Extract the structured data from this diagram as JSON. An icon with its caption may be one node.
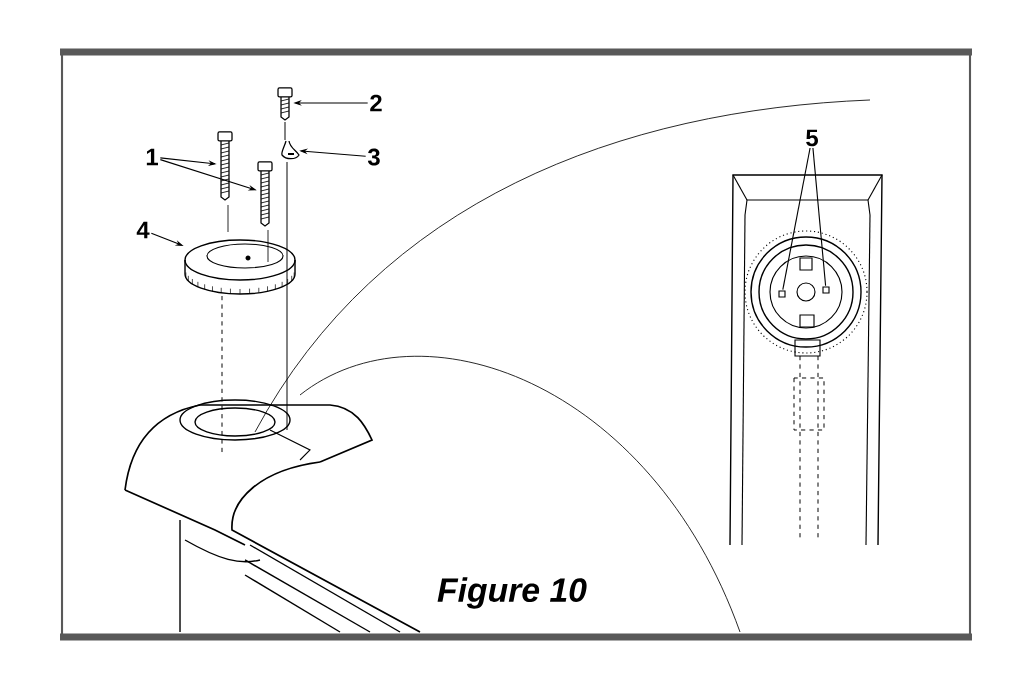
{
  "diagram": {
    "caption": "Figure 10",
    "nodes": [
      {
        "text": [
          "1"
        ]
      },
      {
        "text": [],
        "shape": "screw"
      },
      {
        "text": [],
        "shape": "screw"
      },
      {
        "text": [
          "2"
        ]
      },
      {
        "text": [],
        "shape": "screw"
      },
      {
        "text": [
          "3"
        ]
      },
      {
        "text": [],
        "shape": "clip"
      },
      {
        "text": [
          "4"
        ]
      },
      {
        "text": [],
        "shape": "dial"
      },
      {
        "text": [
          "5"
        ]
      },
      {
        "text": [],
        "shape": "hole"
      },
      {
        "text": [],
        "shape": "hole"
      }
    ],
    "edges": [
      {
        "from": 0,
        "to": 1,
        "arrow": "to"
      },
      {
        "from": 0,
        "to": 2,
        "arrow": "to"
      },
      {
        "from": 3,
        "to": 4,
        "arrow": "to"
      },
      {
        "from": 5,
        "to": 6,
        "arrow": "to"
      },
      {
        "from": 7,
        "to": 8,
        "arrow": "to"
      },
      {
        "from": 9,
        "to": 10,
        "arrow": "none"
      },
      {
        "from": 9,
        "to": 11,
        "arrow": "none"
      }
    ]
  }
}
